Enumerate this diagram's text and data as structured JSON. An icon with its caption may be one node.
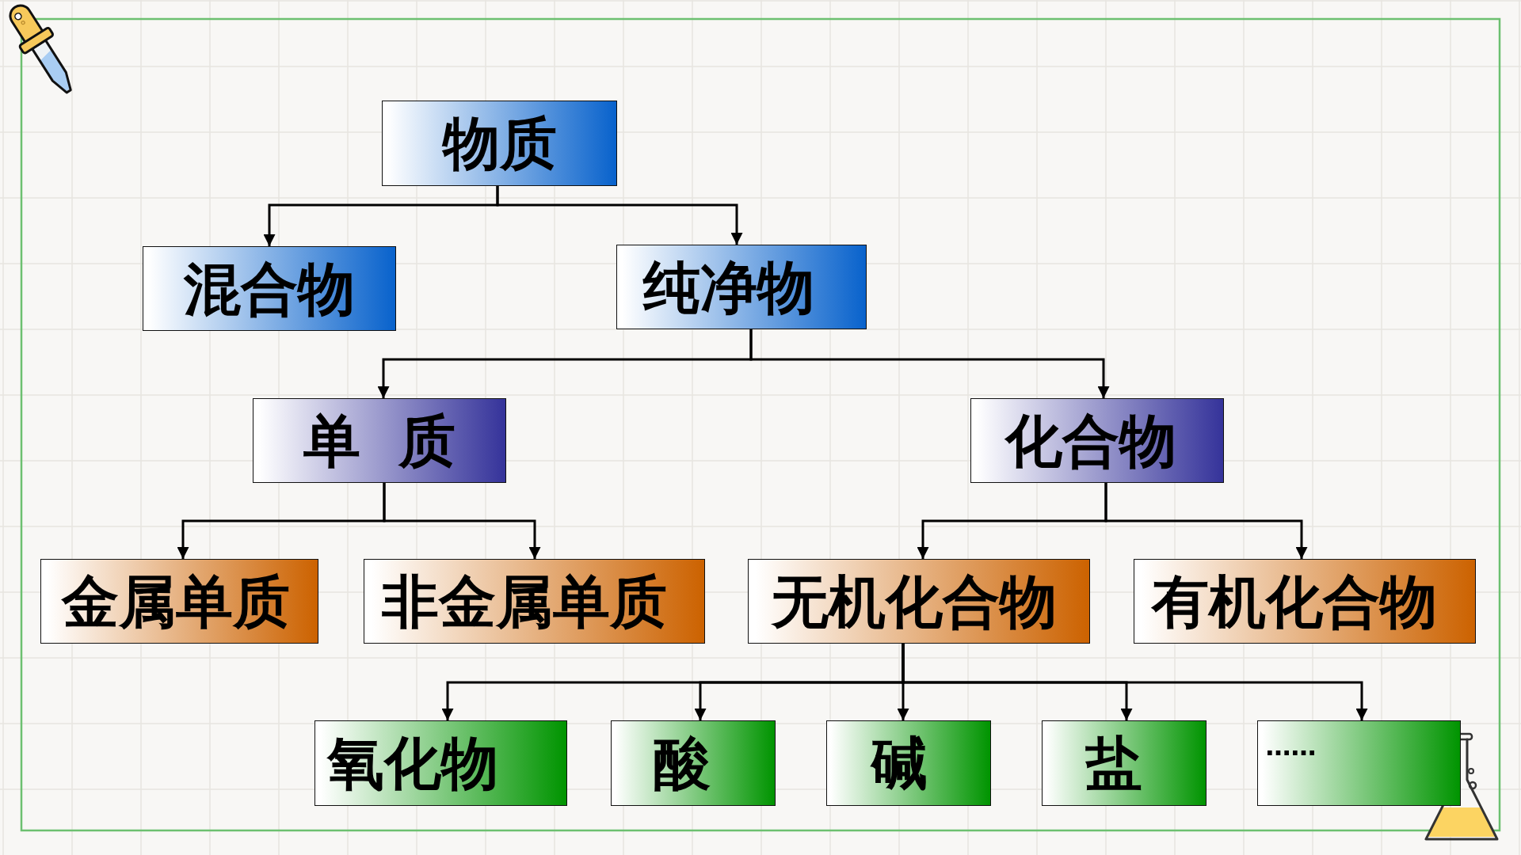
{
  "diagram": {
    "nodes": [
      {
        "text": [
          "物质"
        ]
      },
      {
        "text": [
          "混合物"
        ]
      },
      {
        "text": [
          "纯净物"
        ]
      },
      {
        "text": [
          "单 质"
        ]
      },
      {
        "text": [
          "化合物"
        ]
      },
      {
        "text": [
          "金属单质"
        ]
      },
      {
        "text": [
          "非金属单质"
        ]
      },
      {
        "text": [
          "无机化合物"
        ]
      },
      {
        "text": [
          "有机化合物"
        ]
      },
      {
        "text": [
          "氧化物"
        ]
      },
      {
        "text": [
          "酸"
        ]
      },
      {
        "text": [
          "碱"
        ]
      },
      {
        "text": [
          "盐"
        ]
      },
      {
        "text": [
          "……"
        ]
      }
    ],
    "edges": [
      {
        "from": 0,
        "to": 1,
        "arrow": "to"
      },
      {
        "from": 0,
        "to": 2,
        "arrow": "to"
      },
      {
        "from": 2,
        "to": 3,
        "arrow": "to"
      },
      {
        "from": 2,
        "to": 4,
        "arrow": "to"
      },
      {
        "from": 3,
        "to": 5,
        "arrow": "to"
      },
      {
        "from": 3,
        "to": 6,
        "arrow": "to"
      },
      {
        "from": 4,
        "to": 7,
        "arrow": "to"
      },
      {
        "from": 4,
        "to": 8,
        "arrow": "to"
      },
      {
        "from": 7,
        "to": 9,
        "arrow": "to"
      },
      {
        "from": 7,
        "to": 10,
        "arrow": "to"
      },
      {
        "from": 7,
        "to": 11,
        "arrow": "to"
      },
      {
        "from": 7,
        "to": 12,
        "arrow": "to"
      },
      {
        "from": 7,
        "to": 13,
        "arrow": "to"
      }
    ]
  }
}
